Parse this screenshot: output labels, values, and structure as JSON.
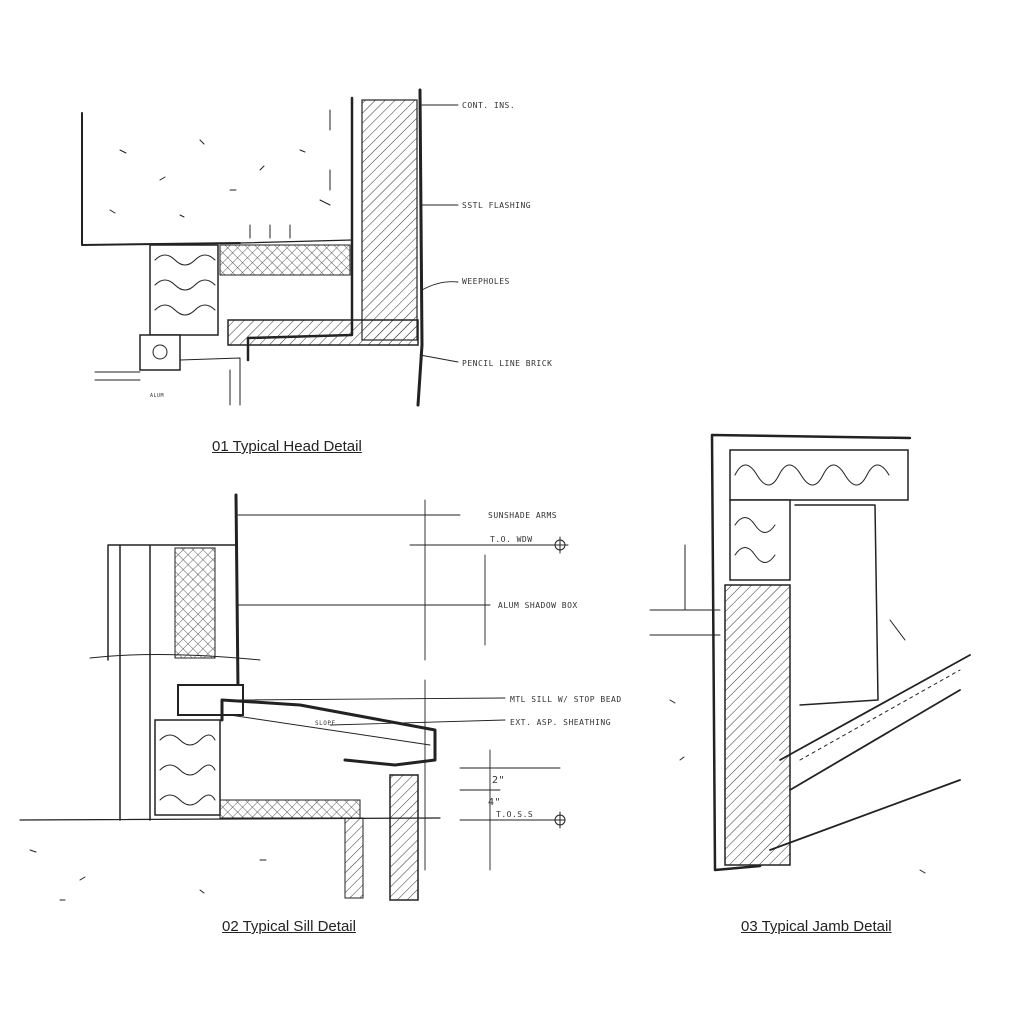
{
  "captions": {
    "head": "01 Typical Head Detail",
    "sill": "02 Typical Sill Detail",
    "jamb": "03 Typical Jamb Detail"
  },
  "head_notes": [
    "CONT. INS.",
    "SSTL FLASHING",
    "WEEPHOLES",
    "PENCIL LINE BRICK",
    "ALUM"
  ],
  "sill_notes": [
    "SUNSHADE ARMS",
    "T.O. WDW",
    "ALUM SHADOW BOX",
    "MTL SILL W/ STOP BEAD",
    "EXT. ASP. SHEATHING",
    "SLOPE",
    "2\"",
    "4\"",
    "T.O.S.S"
  ]
}
